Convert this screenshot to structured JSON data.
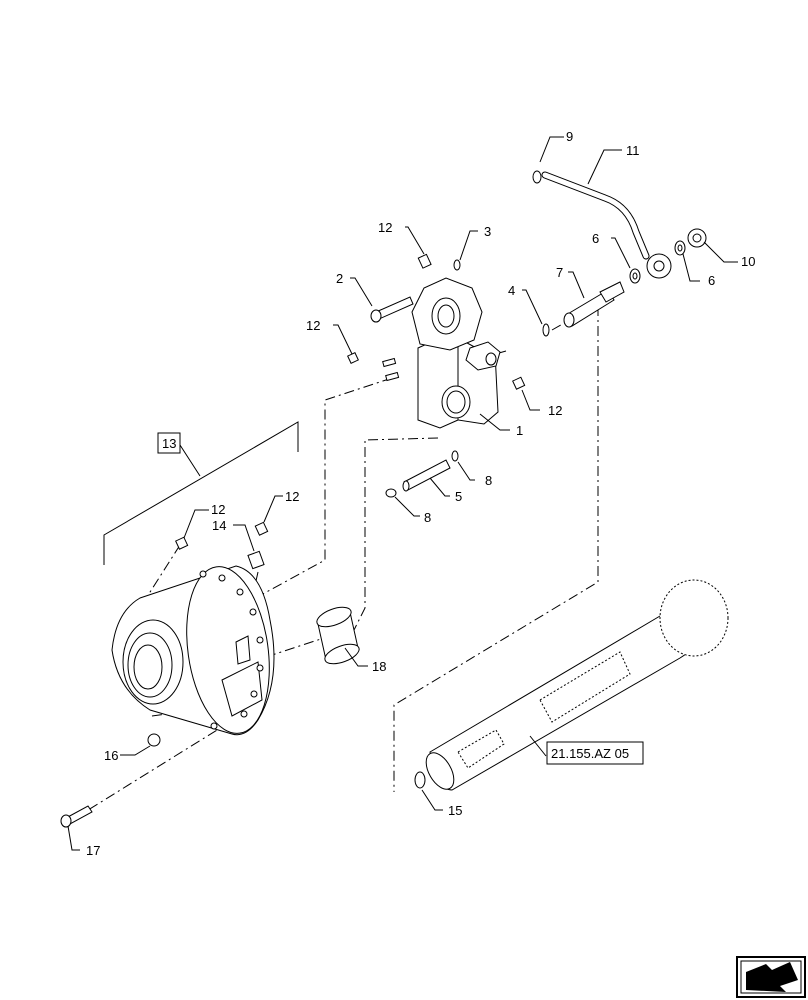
{
  "diagram": {
    "callouts": {
      "c1": "1",
      "c2": "2",
      "c3": "3",
      "c4": "4",
      "c5": "5",
      "c6a": "6",
      "c6b": "6",
      "c7": "7",
      "c8a": "8",
      "c8b": "8",
      "c9": "9",
      "c10": "10",
      "c11": "11",
      "c12a": "12",
      "c12b": "12",
      "c12c": "12",
      "c12d": "12",
      "c12e": "12",
      "c13": "13",
      "c14": "14",
      "c15": "15",
      "c16": "16",
      "c17": "17",
      "c18": "18"
    },
    "reference_label": "21.155.AZ 05"
  },
  "corner_icon": "next-page-arrow-icon",
  "colors": {
    "line": "#000000",
    "background": "#ffffff"
  }
}
